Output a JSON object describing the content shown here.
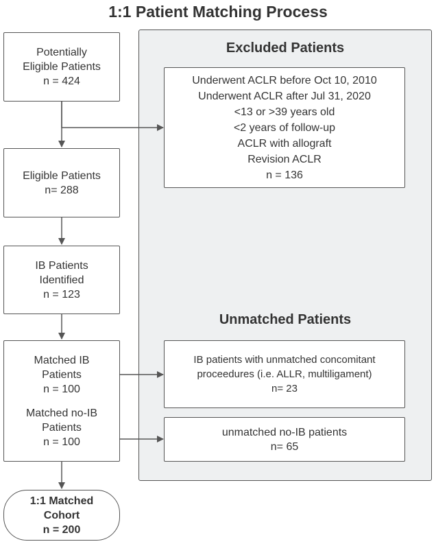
{
  "title": "1:1 Patient Matching Process",
  "excluded_heading": "Excluded Patients",
  "unmatched_heading": "Unmatched Patients",
  "boxes": {
    "potentially_eligible": [
      "Potentially",
      "Eligible Patients",
      "n = 424"
    ],
    "eligible": [
      "Eligible Patients",
      "n= 288"
    ],
    "ib_identified": [
      "IB Patients",
      "Identified",
      "n = 123"
    ],
    "matched": [
      "Matched IB",
      "Patients",
      "n = 100",
      "Matched no-IB",
      "Patients",
      "n = 100"
    ],
    "cohort": [
      "1:1 Matched",
      "Cohort",
      "n = 200"
    ],
    "excluded": [
      "Underwent ACLR before Oct 10, 2010",
      "Underwent ACLR after Jul 31, 2020",
      "<13 or >39 years old",
      "<2 years of follow-up",
      "ACLR with allograft",
      "Revision ACLR",
      "n = 136"
    ],
    "unmatched_ib": [
      "IB patients with unmatched concomitant",
      "proceedures (i.e. ALLR, multiligament)",
      "n= 23"
    ],
    "unmatched_noib": [
      "unmatched no-IB patients",
      "n= 65"
    ]
  },
  "colors": {
    "line": "#555555",
    "panel": "#eef0f1",
    "text": "#333333"
  }
}
